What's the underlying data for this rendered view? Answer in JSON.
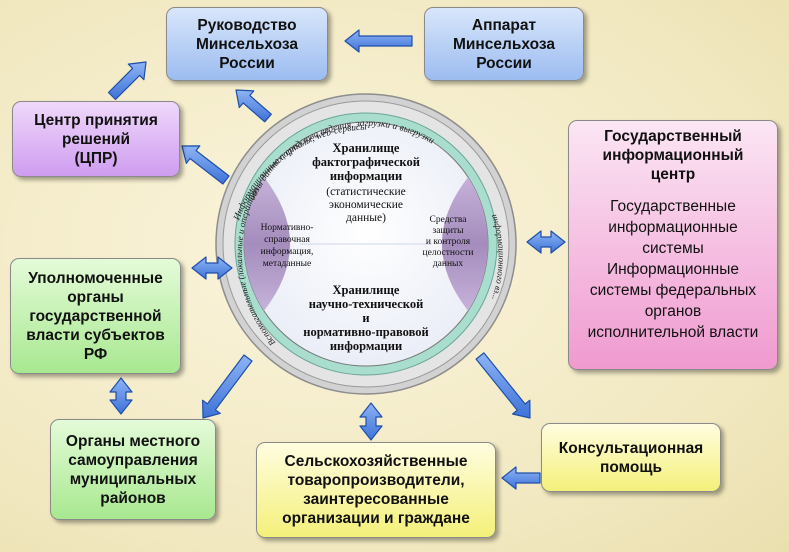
{
  "boxes": {
    "rukovodstvo": [
      "Руководство",
      "Минсельхоза",
      "России"
    ],
    "apparat": [
      "Аппарат",
      "Минсельхоза",
      "России"
    ],
    "cpr": [
      "Центр принятия",
      "решений",
      "(ЦПР)"
    ],
    "gic_title": [
      "Государственный",
      "информационный",
      "центр"
    ],
    "gic_body": [
      "Государственные",
      "информационные",
      "системы",
      "Информационные",
      "системы федеральных",
      "органов",
      "исполнительной власти"
    ],
    "upoln": [
      "Уполномоченные",
      "органы",
      "государственной",
      "власти субъектов",
      "РФ"
    ],
    "organy": [
      "Органы местного",
      "самоуправления",
      "муниципальных",
      "районов"
    ],
    "selsko": [
      "Сельскохозяйственные",
      "товаропроизводители,",
      "заинтересованные",
      "организации и граждане"
    ],
    "konsult": [
      "Консультационная",
      "помощь"
    ]
  },
  "circle": {
    "ring_top": "Информационные порталы, web-сервисы",
    "ring_top2": "базы данных, средства ведения, загрузки и выгрузки",
    "ring_right": "информационного вз...",
    "ring_left": "Вспомогательные (локальные и оперативные)",
    "upper_title": [
      "Хранилище",
      "фактографической",
      "информации"
    ],
    "upper_sub": [
      "(статистические",
      "экономические",
      "данные)"
    ],
    "lower": [
      "Хранилище",
      "научно-технической",
      "и",
      "нормативно-правовой",
      "информации"
    ],
    "left_lens": [
      "Нормативно-",
      "справочная",
      "информация,",
      "метаданные"
    ],
    "right_lens": [
      "Средства",
      "защиты",
      "и контроля",
      "целостности",
      "данных"
    ]
  },
  "colors": {
    "arrow_fill": "#5b8ee6",
    "arrow_stroke": "#1f4fa8",
    "ring_outer": "#bcbcbc",
    "ring_teal": "#9ed8c8",
    "lens": "#a48cbc"
  }
}
